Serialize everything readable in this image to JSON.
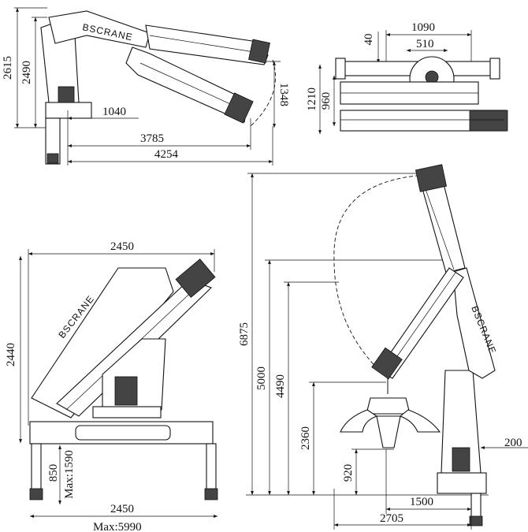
{
  "brand": "BSCRANE",
  "side_view": {
    "dims": {
      "total_height": "2615",
      "column_height": "2490",
      "base_offset": "1040",
      "reach_folded": "3785",
      "reach_total": "4254",
      "tip_height": "1348"
    }
  },
  "top_view": {
    "dims": {
      "total_width": "1090",
      "inner_width": "510",
      "offset": "40",
      "total_height": "1210",
      "inner_height": "960"
    }
  },
  "front_view": {
    "dims": {
      "width": "2450",
      "height": "2440",
      "leg_height": "850",
      "leg_max": "Max:1590",
      "base_width": "2450",
      "outrigger_max": "Max:5990"
    }
  },
  "working_view": {
    "dims": {
      "max_height": "6875",
      "height_5000": "5000",
      "height_4490": "4490",
      "height_2360": "2360",
      "height_920": "920",
      "offset_200": "200",
      "reach_1500": "1500",
      "reach_2705": "2705"
    }
  }
}
